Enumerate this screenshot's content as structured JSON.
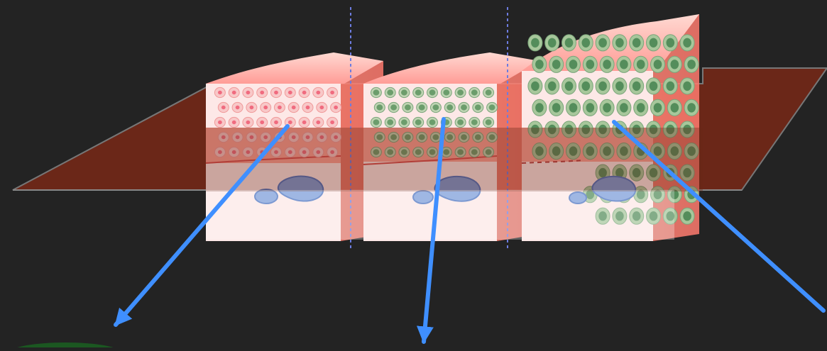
{
  "diagram": {
    "background_color": "#232323",
    "plane_color": "#6b2718",
    "arrow_color": "#3f8fff",
    "blocks": [
      {
        "name": "tissue-block-normal",
        "cell_type": "normal cells",
        "cell_fill": "#f8c8c8",
        "nucleus_fill": "#ef5a72"
      },
      {
        "name": "tissue-block-early",
        "cell_type": "mixed cells",
        "cell_fill": "#bfd4b3",
        "nucleus_fill": "#679a68"
      },
      {
        "name": "tissue-block-advanced",
        "cell_type": "abnormal cells",
        "cell_fill": "#a7c79b",
        "nucleus_fill": "#4f8a57"
      }
    ],
    "arrows": [
      {
        "name": "arrow-left"
      },
      {
        "name": "arrow-middle"
      },
      {
        "name": "arrow-right"
      }
    ],
    "bottom_glow_color": "#1a6a22"
  }
}
